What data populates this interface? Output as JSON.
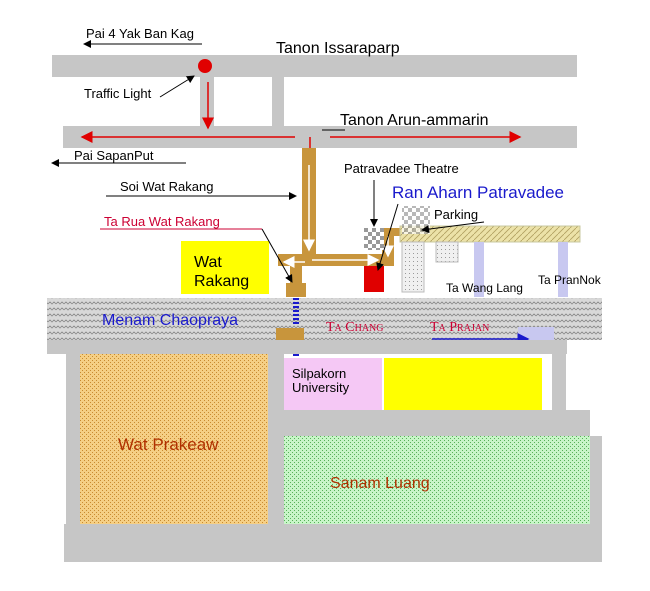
{
  "labels": {
    "pai_yak_ban_kag": "Pai 4 Yak Ban Kag",
    "tanon_issaraparp": "Tanon Issaraparp",
    "traffic_light": "Traffic Light",
    "tanon_arun_ammarin": "Tanon Arun-ammarin",
    "pai_sapanput": "Pai SapanPut",
    "soi_wat_rakang": "Soi Wat Rakang",
    "patravadee_theatre": "Patravadee Theatre",
    "ran_aharn_patravadee": "Ran Aharn Patravadee",
    "parking": "Parking",
    "ta_rua_wat_rakang": "Ta Rua Wat Rakang",
    "wat_rakang_line1": "Wat",
    "wat_rakang_line2": "Rakang",
    "ta_wang_lang": "Ta Wang Lang",
    "ta_prannok": "Ta PranNok",
    "menam_chaopraya": "Menam Chaopraya",
    "ta_chang": "Ta Chang",
    "ta_prajan": "Ta Prajan",
    "silpakorn_line1": "Silpakorn",
    "silpakorn_line2": "University",
    "wat_prakeaw": "Wat Prakeaw",
    "sanam_luang": "Sanam Luang"
  },
  "colors": {
    "road": "#c6c6c6",
    "soi": "#c8953c",
    "arrow_red": "#e00000",
    "arrow_blue": "#1a1acc",
    "river": "#d6d6d6",
    "wat_rakang_fill": "#ffff00",
    "wat_prakeaw_fill": "#f2c57a",
    "sanam_luang_fill": "#b8f0b8",
    "silpakorn_fill": "#f5c8f5",
    "yellow_block": "#ffff00",
    "restaurant": "#e00000",
    "pier": "#c8c8f0",
    "ta_rua_red": "#cc0033",
    "ran_aharn_blue": "#1a1acc",
    "wat_prakeaw_text": "#b03000",
    "sanam_luang_text": "#b03000"
  }
}
